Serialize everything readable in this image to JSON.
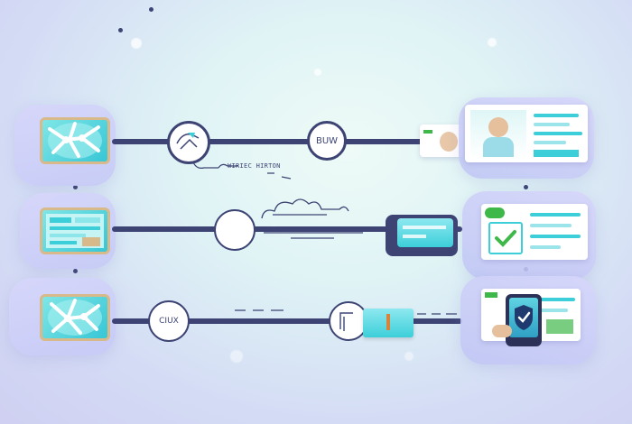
{
  "diagram": {
    "row1": {
      "node_label": "BUW",
      "caption": "WIRIEC HIRTON"
    },
    "row3": {
      "node_label": "CIUX"
    }
  },
  "colors": {
    "line": "#3d4474",
    "accent": "#3ccfd9",
    "pill": "#d2d2f8",
    "check": "#3fb84a"
  },
  "icons": [
    "globe-network-icon",
    "dashboard-icon",
    "profile-icon",
    "checkmark-icon",
    "phone-shield-icon",
    "card-icon",
    "cloud-icon"
  ]
}
